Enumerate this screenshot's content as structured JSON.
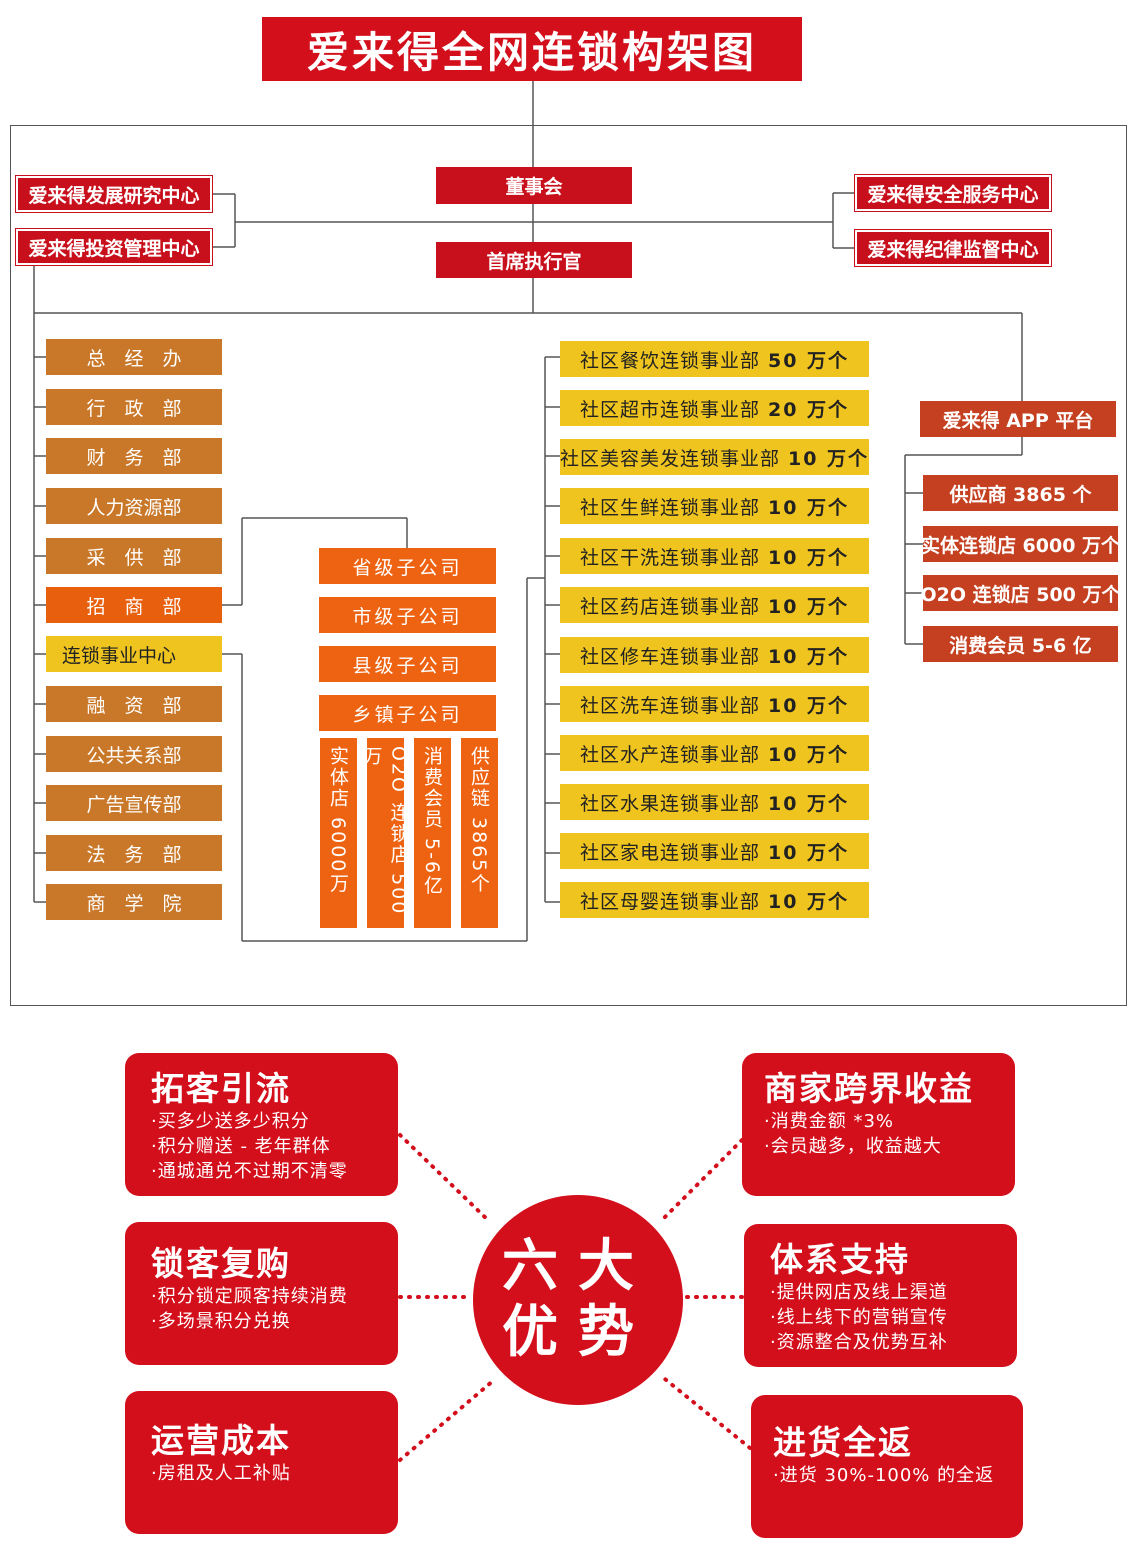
{
  "title": "爱来得全网连锁构架图",
  "top": {
    "board": "董事会",
    "ceo": "首席执行官",
    "left_centers": [
      "爱来得发展研究中心",
      "爱来得投资管理中心"
    ],
    "right_centers": [
      "爱来得安全服务中心",
      "爱来得纪律监督中心"
    ]
  },
  "departments": [
    "总　经　办",
    "行　政　部",
    "财　务　部",
    "人力资源部",
    "采　供　部",
    "招　商　部",
    "连锁事业中心",
    "融　资　部",
    "公共关系部",
    "广告宣传部",
    "法　务　部",
    "商　学　院"
  ],
  "subsidiaries": [
    "省级子公司",
    "市级子公司",
    "县级子公司",
    "乡镇子公司"
  ],
  "vertical_items": [
    "实体店 6000万",
    "O2O 连锁店 500万",
    "消费会员 5-6亿",
    "供应链 3865个"
  ],
  "business_units": [
    {
      "name": "社区餐饮连锁事业部",
      "count": "50 万个"
    },
    {
      "name": "社区超市连锁事业部",
      "count": "20 万个"
    },
    {
      "name": "社区美容美发连锁事业部",
      "count": "10 万个"
    },
    {
      "name": "社区生鲜连锁事业部",
      "count": "10 万个"
    },
    {
      "name": "社区干洗连锁事业部",
      "count": "10 万个"
    },
    {
      "name": "社区药店连锁事业部",
      "count": "10 万个"
    },
    {
      "name": "社区修车连锁事业部",
      "count": "10 万个"
    },
    {
      "name": "社区洗车连锁事业部",
      "count": "10 万个"
    },
    {
      "name": "社区水产连锁事业部",
      "count": "10 万个"
    },
    {
      "name": "社区水果连锁事业部",
      "count": "10 万个"
    },
    {
      "name": "社区家电连锁事业部",
      "count": "10 万个"
    },
    {
      "name": "社区母婴连锁事业部",
      "count": "10 万个"
    }
  ],
  "app": {
    "title": "爱来得 APP 平台",
    "items": [
      "供应商 3865 个",
      "实体连锁店 6000 万个",
      "O2O 连锁店 500 万个",
      "消费会员  5-6 亿"
    ]
  },
  "center": {
    "line1": "六大",
    "line2": "优势"
  },
  "advantages": [
    {
      "title": "拓客引流",
      "items": [
        "·买多少送多少积分",
        "·积分赠送 - 老年群体",
        "·通城通兑不过期不清零"
      ]
    },
    {
      "title": "锁客复购",
      "items": [
        "·积分锁定顾客持续消费",
        "·多场景积分兑换"
      ]
    },
    {
      "title": "运营成本",
      "items": [
        "·房租及人工补贴"
      ]
    },
    {
      "title": "商家跨界收益",
      "items": [
        "·消费金额 *3%",
        "·会员越多，收益越大"
      ]
    },
    {
      "title": "体系支持",
      "items": [
        "·提供网店及线上渠道",
        "·线上线下的营销宣传",
        "·资源整合及优势互补"
      ]
    },
    {
      "title": "进货全返",
      "items": [
        "·进货 30%-100% 的全返"
      ]
    }
  ],
  "colors": {
    "red": "#d40f1c",
    "dept": "#c9782a",
    "orange": "#ee6311",
    "yellow": "#efc41e",
    "app": "#c54020"
  }
}
